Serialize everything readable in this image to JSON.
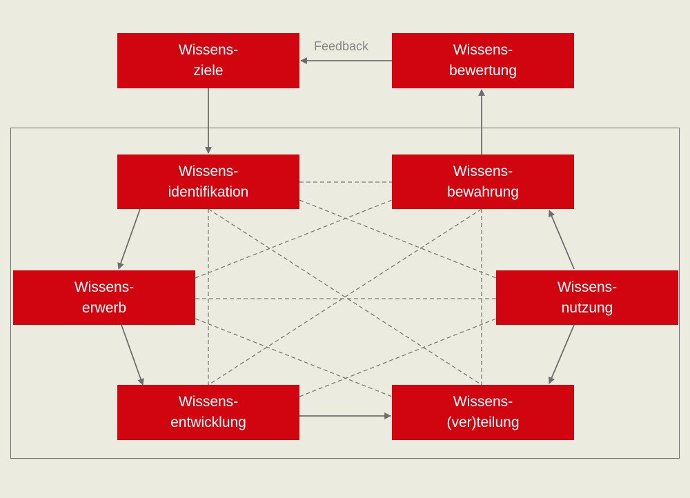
{
  "diagram": {
    "feedback_label": "Feedback",
    "colors": {
      "box": "#d1050f",
      "text": "#ffffff",
      "background": "#ecebe0",
      "solid_arrow": "#6d6d6d",
      "dashed_line": "#7a7a7a"
    },
    "nodes": {
      "ziele": {
        "line1": "Wissens-",
        "line2": "ziele"
      },
      "bewertung": {
        "line1": "Wissens-",
        "line2": "bewertung"
      },
      "identifikation": {
        "line1": "Wissens-",
        "line2": "identifikation"
      },
      "bewahrung": {
        "line1": "Wissens-",
        "line2": "bewahrung"
      },
      "erwerb": {
        "line1": "Wissens-",
        "line2": "erwerb"
      },
      "nutzung": {
        "line1": "Wissens-",
        "line2": "nutzung"
      },
      "entwicklung": {
        "line1": "Wissens-",
        "line2": "entwicklung"
      },
      "verteilung": {
        "line1": "Wissens-",
        "line2": "(ver)teilung"
      }
    },
    "flows": [
      {
        "from": "bewertung",
        "to": "ziele",
        "label": "Feedback"
      },
      {
        "from": "ziele",
        "to": "identifikation"
      },
      {
        "from": "identifikation",
        "to": "erwerb"
      },
      {
        "from": "erwerb",
        "to": "entwicklung"
      },
      {
        "from": "entwicklung",
        "to": "verteilung"
      },
      {
        "from": "nutzung",
        "to": "verteilung"
      },
      {
        "from": "nutzung",
        "to": "bewahrung"
      },
      {
        "from": "bewahrung",
        "to": "bewertung"
      }
    ]
  }
}
